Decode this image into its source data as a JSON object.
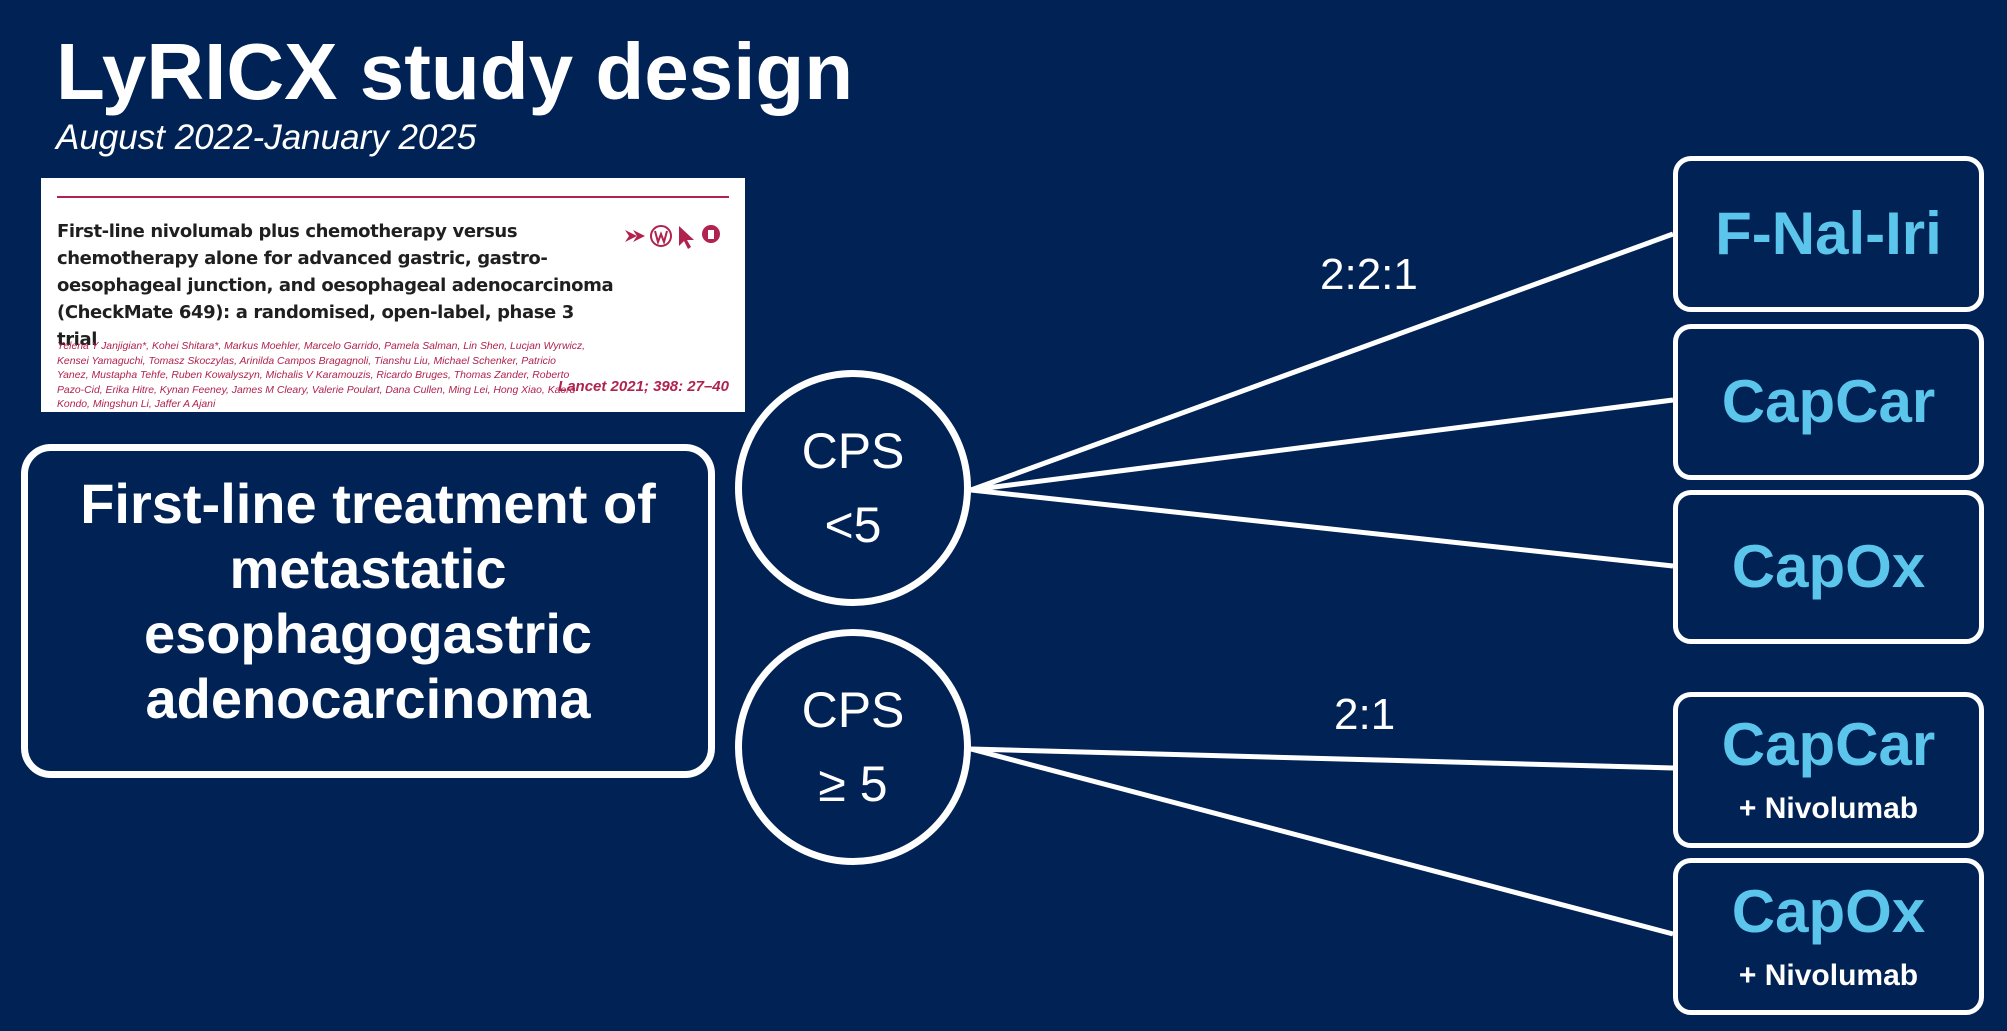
{
  "slide": {
    "title": "LyRICX study design",
    "subtitle": "August 2022-January 2025"
  },
  "paper": {
    "title": "First-line nivolumab plus chemotherapy versus chemotherapy alone for advanced gastric, gastro-oesophageal junction, and oesophageal adenocarcinoma (CheckMate 649): a randomised, open-label, phase 3 trial",
    "authors": "Yelena Y Janjigian*, Kohei Shitara*, Markus Moehler, Marcelo Garrido, Pamela Salman, Lin Shen, Lucjan Wyrwicz, Kensei Yamaguchi, Tomasz Skoczylas, Arinilda Campos Bragagnoli, Tianshu Liu, Michael Schenker, Patricio Yanez, Mustapha Tehfe, Ruben Kowalyszyn, Michalis V Karamouzis, Ricardo Bruges, Thomas Zander, Roberto Pazo-Cid, Erika Hitre, Kynan Feeney, James M Cleary, Valerie Poulart, Dana Cullen, Ming Lei, Hong Xiao, Kaoru Kondo, Mingshun Li, Jaffer A Ajani",
    "citation": "Lancet 2021; 398: 27–40",
    "rule_color": "#b0234e"
  },
  "population": {
    "text": "First-line treatment of metastatic esophagogastric adenocarcinoma"
  },
  "strata": [
    {
      "line1": "CPS",
      "line2": "<5"
    },
    {
      "line1": "CPS",
      "line2": "≥ 5"
    }
  ],
  "ratios": [
    "2:2:1",
    "2:1"
  ],
  "arms": [
    {
      "name": "F-Nal-Iri",
      "addon": ""
    },
    {
      "name": "CapCar",
      "addon": ""
    },
    {
      "name": "CapOx",
      "addon": ""
    },
    {
      "name": "CapCar",
      "addon": "+ Nivolumab"
    },
    {
      "name": "CapOx",
      "addon": "+ Nivolumab"
    }
  ],
  "colors": {
    "background": "#012254",
    "arm_text": "#5bc5ec",
    "lines": "#ffffff",
    "paper_accent": "#b0234e"
  },
  "icons": [
    "crossmark-icon",
    "w-badge-icon",
    "cursor-icon",
    "checkmark-badge-icon"
  ]
}
